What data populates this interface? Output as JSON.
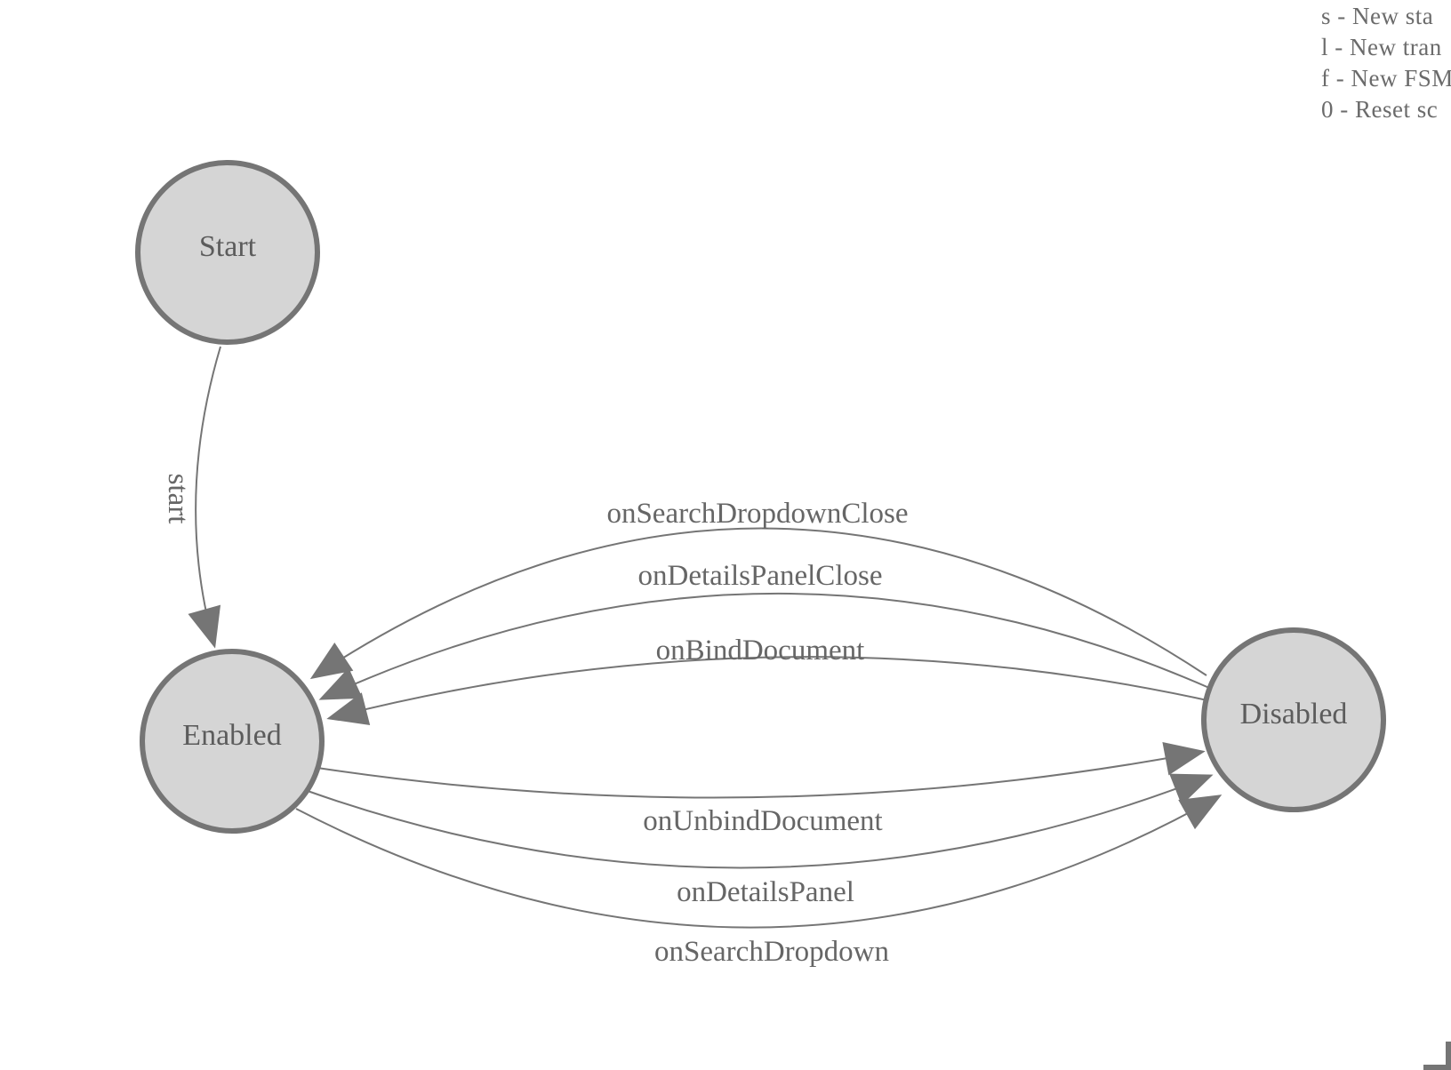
{
  "diagram": {
    "type": "state-machine",
    "nodes": [
      {
        "id": "start",
        "label": "Start"
      },
      {
        "id": "enabled",
        "label": "Enabled"
      },
      {
        "id": "disabled",
        "label": "Disabled"
      }
    ],
    "edges": [
      {
        "label": "start",
        "from": "start",
        "to": "enabled"
      },
      {
        "label": "onSearchDropdownClose",
        "from": "disabled",
        "to": "enabled"
      },
      {
        "label": "onDetailsPanelClose",
        "from": "disabled",
        "to": "enabled"
      },
      {
        "label": "onBindDocument",
        "from": "disabled",
        "to": "enabled"
      },
      {
        "label": "onUnbindDocument",
        "from": "enabled",
        "to": "disabled"
      },
      {
        "label": "onDetailsPanel",
        "from": "enabled",
        "to": "disabled"
      },
      {
        "label": "onSearchDropdown",
        "from": "enabled",
        "to": "disabled"
      }
    ]
  },
  "legend": {
    "items": [
      {
        "text": "s - New sta"
      },
      {
        "text": "l - New tran"
      },
      {
        "text": "f - New FSM"
      },
      {
        "text": "0 - Reset sc"
      }
    ]
  },
  "colors": {
    "node_fill": "#d5d5d5",
    "node_stroke": "#757575",
    "edge_stroke": "#757575",
    "label_color": "#666666",
    "node_label_color": "#5c5c5c",
    "legend_color": "#6b6b6b"
  }
}
